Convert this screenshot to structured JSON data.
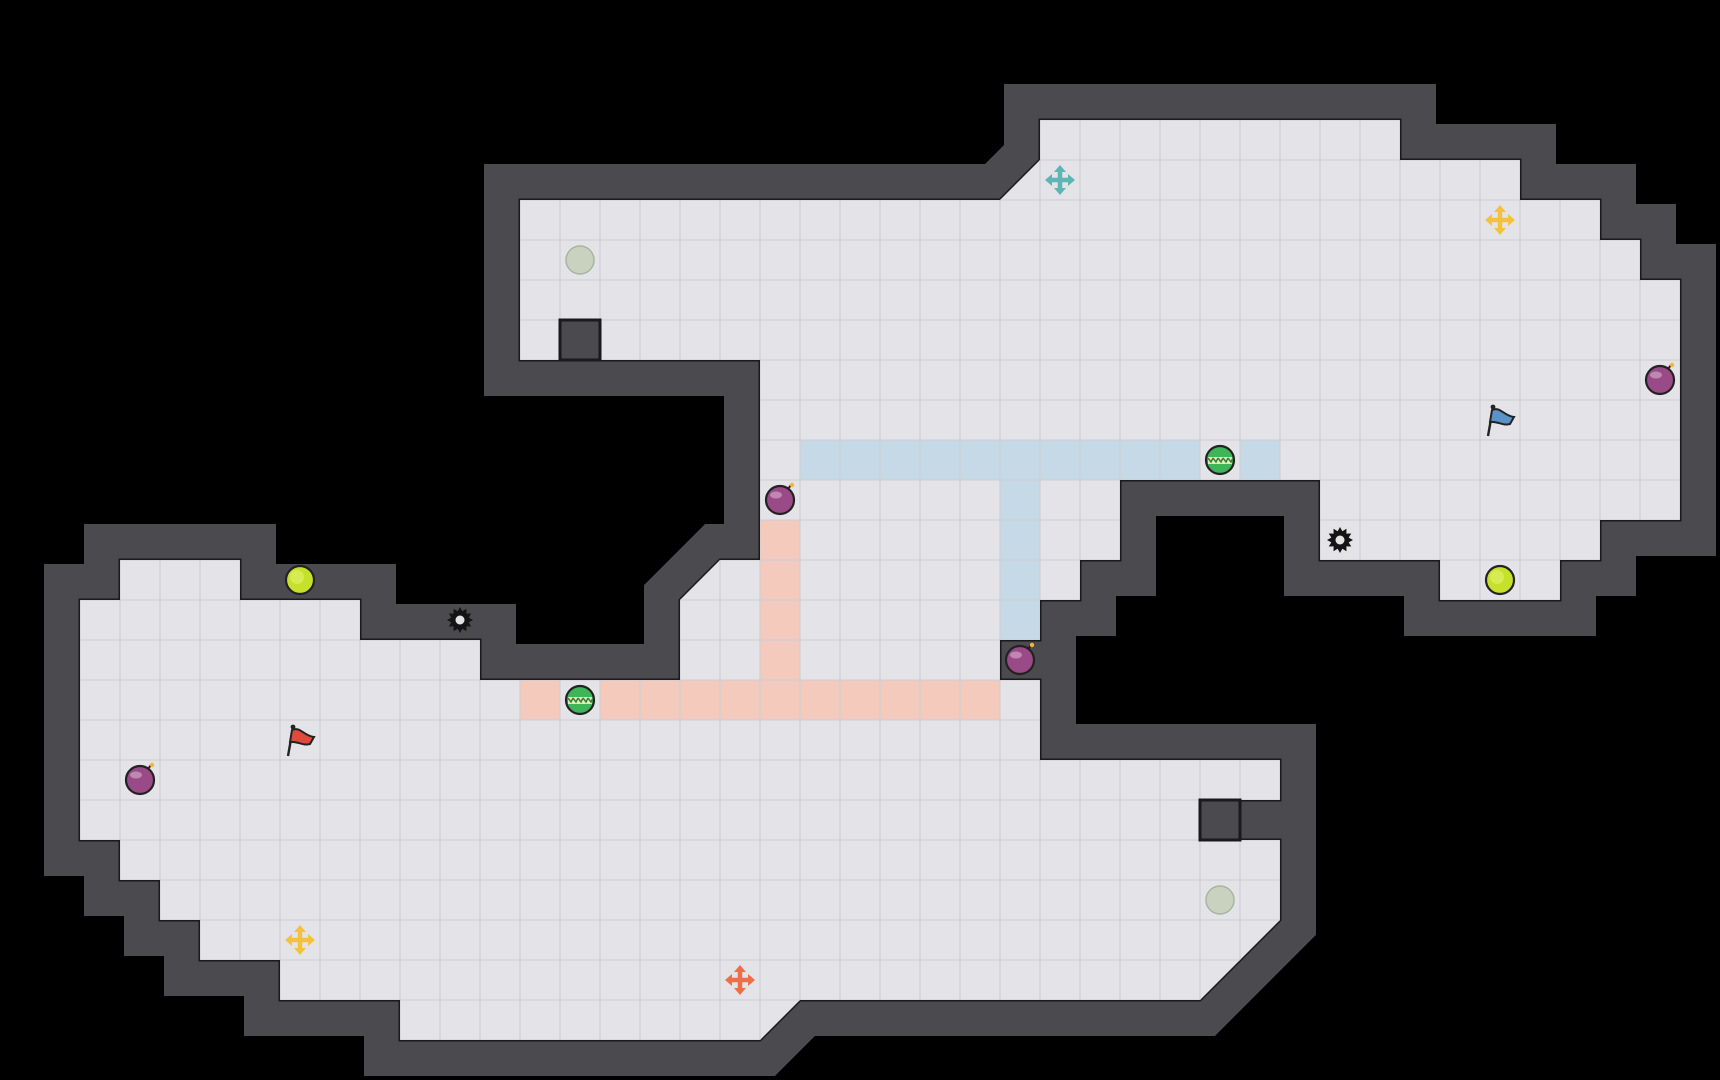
{
  "map": {
    "cols": 43,
    "rows": 27,
    "rooms": [
      {
        "name": "north-room",
        "polygon": [
          [
            12,
            4
          ],
          [
            24,
            4
          ],
          [
            25,
            3
          ],
          [
            25,
            2
          ],
          [
            34,
            2
          ],
          [
            34,
            3
          ],
          [
            37,
            3
          ],
          [
            37,
            4
          ],
          [
            39,
            4
          ],
          [
            39,
            5
          ],
          [
            40,
            5
          ],
          [
            40,
            6
          ],
          [
            41,
            6
          ],
          [
            41,
            12
          ],
          [
            39,
            12
          ],
          [
            39,
            13
          ],
          [
            38,
            13
          ],
          [
            38,
            14
          ],
          [
            35,
            14
          ],
          [
            35,
            13
          ],
          [
            32,
            13
          ],
          [
            32,
            11
          ],
          [
            27,
            11
          ],
          [
            27,
            13
          ],
          [
            26,
            13
          ],
          [
            26,
            14
          ],
          [
            25,
            14
          ],
          [
            25,
            15
          ],
          [
            24,
            15
          ],
          [
            24,
            11
          ],
          [
            18,
            11
          ],
          [
            18,
            8
          ],
          [
            14,
            8
          ],
          [
            14,
            7
          ],
          [
            13,
            7
          ],
          [
            13,
            8
          ],
          [
            12,
            8
          ],
          [
            12,
            5
          ]
        ]
      },
      {
        "name": "south-room",
        "polygon": [
          [
            4,
            13
          ],
          [
            5,
            13
          ],
          [
            5,
            14
          ],
          [
            8,
            14
          ],
          [
            8,
            15
          ],
          [
            11,
            15
          ],
          [
            11,
            16
          ],
          [
            16,
            16
          ],
          [
            16,
            14
          ],
          [
            17,
            13
          ],
          [
            18,
            13
          ],
          [
            18,
            11
          ],
          [
            24,
            11
          ],
          [
            24,
            16
          ],
          [
            25,
            16
          ],
          [
            25,
            18
          ],
          [
            31,
            18
          ],
          [
            31,
            19
          ],
          [
            30,
            19
          ],
          [
            30,
            20
          ],
          [
            31,
            20
          ],
          [
            31,
            22
          ],
          [
            29,
            24
          ],
          [
            19,
            24
          ],
          [
            18,
            25
          ],
          [
            9,
            25
          ],
          [
            9,
            24
          ],
          [
            6,
            24
          ],
          [
            6,
            23
          ],
          [
            4,
            23
          ],
          [
            4,
            22
          ],
          [
            3,
            22
          ],
          [
            3,
            21
          ],
          [
            2,
            21
          ],
          [
            2,
            20
          ],
          [
            1,
            20
          ],
          [
            1,
            14
          ],
          [
            2,
            14
          ],
          [
            2,
            13
          ],
          [
            4,
            13
          ]
        ]
      }
    ],
    "pillars": [
      {
        "name": "north-pillar",
        "cell": [
          13,
          7
        ]
      },
      {
        "name": "south-pillar",
        "cell": [
          29,
          19
        ]
      }
    ],
    "trails": {
      "blue": {
        "color": "#c5dae6",
        "cells": [
          [
            19,
            10
          ],
          [
            20,
            10
          ],
          [
            21,
            10
          ],
          [
            22,
            10
          ],
          [
            23,
            10
          ],
          [
            24,
            10
          ],
          [
            25,
            10
          ],
          [
            26,
            10
          ],
          [
            27,
            10
          ],
          [
            28,
            10
          ],
          [
            30,
            10
          ],
          [
            24,
            11
          ],
          [
            24,
            12
          ],
          [
            24,
            13
          ],
          [
            24,
            14
          ]
        ]
      },
      "orange": {
        "color": "#f3cabb",
        "cells": [
          [
            18,
            12
          ],
          [
            18,
            13
          ],
          [
            18,
            14
          ],
          [
            18,
            15
          ],
          [
            12,
            16
          ],
          [
            14,
            16
          ],
          [
            15,
            16
          ],
          [
            16,
            16
          ],
          [
            17,
            16
          ],
          [
            18,
            16
          ],
          [
            19,
            16
          ],
          [
            20,
            16
          ],
          [
            21,
            16
          ],
          [
            22,
            16
          ],
          [
            23,
            16
          ]
        ]
      }
    },
    "colors": {
      "wall": "#4b4a4f",
      "floor": "#e4e4e8",
      "grid_line": "#cfcfd5",
      "background": "#000000"
    }
  },
  "entities": [
    {
      "type": "flag",
      "icon": "blue-flag-icon",
      "color": "#5b93c9",
      "cell": [
        36,
        9
      ]
    },
    {
      "type": "flag",
      "icon": "red-flag-icon",
      "color": "#e04a3c",
      "cell": [
        6,
        17
      ]
    },
    {
      "type": "spawn",
      "icon": "teal-move-arrows-icon",
      "color": "#5fb5b3",
      "cell": [
        25,
        3
      ]
    },
    {
      "type": "spawn",
      "icon": "yellow-move-arrows-icon",
      "color": "#f2c23c",
      "cell": [
        36,
        4
      ]
    },
    {
      "type": "spawn",
      "icon": "yellow-move-arrows-icon",
      "color": "#f2c23c",
      "cell": [
        6,
        22
      ]
    },
    {
      "type": "spawn",
      "icon": "orange-move-arrows-icon",
      "color": "#ee6e47",
      "cell": [
        17,
        23
      ]
    },
    {
      "type": "bomb",
      "icon": "purple-bomb-icon",
      "color": "#9a4a87",
      "cell": [
        40,
        8
      ]
    },
    {
      "type": "bomb",
      "icon": "purple-bomb-icon",
      "color": "#9a4a87",
      "cell": [
        18,
        11
      ]
    },
    {
      "type": "bomb",
      "icon": "purple-bomb-icon",
      "color": "#9a4a87",
      "cell": [
        24,
        15
      ]
    },
    {
      "type": "bomb",
      "icon": "purple-bomb-icon",
      "color": "#9a4a87",
      "cell": [
        2,
        18
      ]
    },
    {
      "type": "speed-pad",
      "icon": "green-speed-pad-icon",
      "color": "#3fb55a",
      "cell": [
        29,
        10
      ]
    },
    {
      "type": "speed-pad",
      "icon": "green-speed-pad-icon",
      "color": "#3fb55a",
      "cell": [
        13,
        16
      ]
    },
    {
      "type": "powerup",
      "icon": "lime-powerup-icon",
      "color": "#c6e12b",
      "cell": [
        6,
        13
      ]
    },
    {
      "type": "powerup",
      "icon": "lime-powerup-icon",
      "color": "#c6e12b",
      "cell": [
        36,
        13
      ]
    },
    {
      "type": "inactive-powerup",
      "icon": "grey-inactive-powerup-icon",
      "color": "#c9d2bf",
      "cell": [
        13,
        5
      ]
    },
    {
      "type": "inactive-powerup",
      "icon": "grey-inactive-powerup-icon",
      "color": "#c9d2bf",
      "cell": [
        29,
        21
      ]
    },
    {
      "type": "spike",
      "icon": "black-spike-icon",
      "color": "#141414",
      "cell": [
        32,
        12
      ]
    },
    {
      "type": "spike",
      "icon": "black-spike-icon",
      "color": "#141414",
      "cell": [
        10,
        14
      ]
    }
  ]
}
